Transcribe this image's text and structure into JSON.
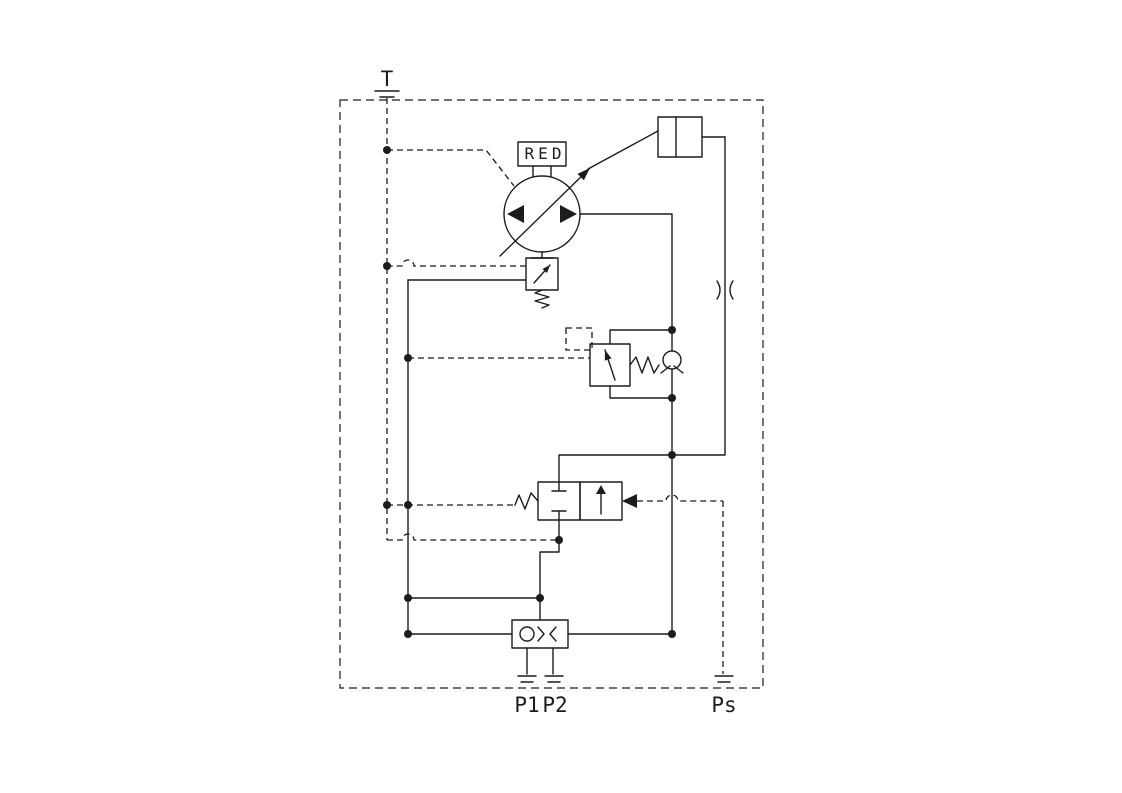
{
  "schematic": {
    "labels": {
      "tank_port": "T",
      "pump_tag": "RED",
      "port_p1": "P1",
      "port_p2": "P2",
      "port_ps": "Ps"
    },
    "colors": {
      "line": "#1c1c1c",
      "background": "#ffffff"
    },
    "components": [
      "enclosure-boundary",
      "tank-vent-symbol",
      "variable-displacement-pump",
      "red-tag",
      "control-cylinder",
      "damping-orifice",
      "pump-compensator-valve",
      "pilot-relief-valve",
      "check-valve",
      "pilot-operated-directional-valve",
      "shuttle-valve",
      "port-p1",
      "port-p2",
      "port-ps"
    ]
  }
}
